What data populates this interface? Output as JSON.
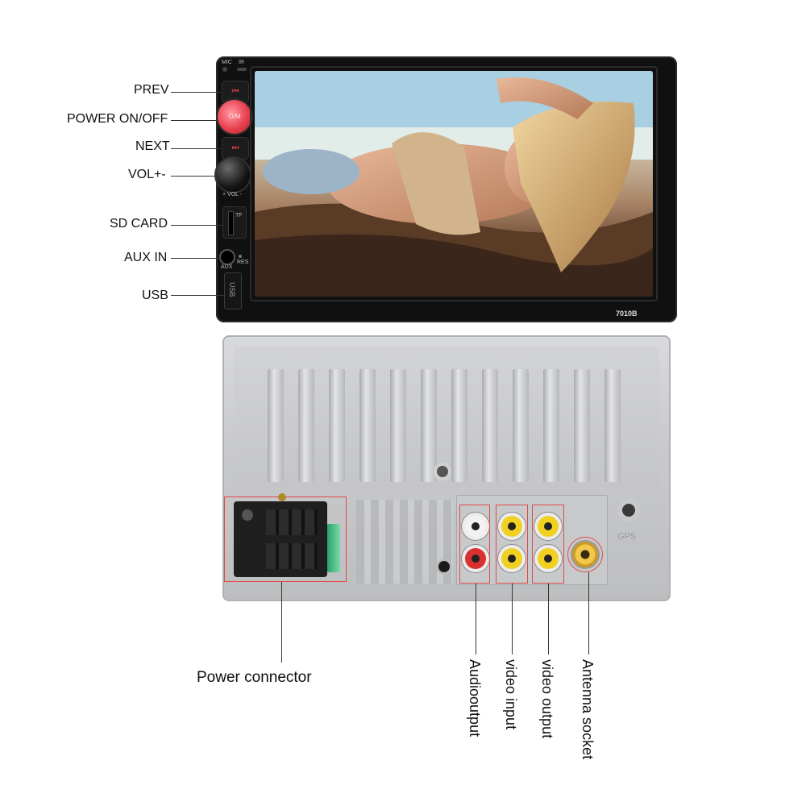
{
  "front": {
    "mic_label": "MIC",
    "ir_label": "IR",
    "tf_label": "TF",
    "aux_small": "AUX",
    "res_small": "RES",
    "usb_small": "USB",
    "vol_small": "+ VOL -",
    "power_small": "O/M",
    "model": "7010B"
  },
  "callouts_left": {
    "prev": "PREV",
    "power": "POWER  ON/OFF",
    "next": "NEXT",
    "vol": "VOL+-",
    "sd": "SD  CARD",
    "aux": "AUX IN",
    "usb": "USB"
  },
  "rear": {
    "gps_label": "GPS"
  },
  "callouts_bottom": {
    "power_connector": "Power connector",
    "audio_output": "Audiooutput",
    "video_input": "video input",
    "video_output": "video output",
    "antenna": "Antenna socket"
  },
  "colors": {
    "accent_red": "#e23a4a",
    "rca_white": "#f2f2f2",
    "rca_red": "#d93030",
    "rca_yellow": "#f0d020",
    "box_outline": "#e14a4a"
  }
}
